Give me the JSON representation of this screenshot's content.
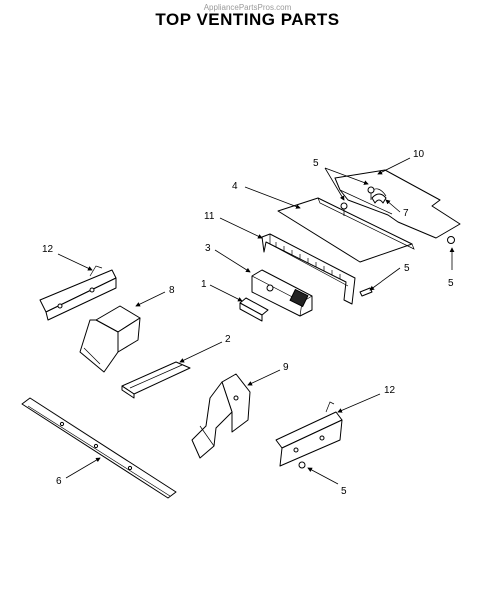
{
  "watermark": "AppliancePartsPros.com",
  "title": "TOP VENTING PARTS",
  "callouts": {
    "c1": "1",
    "c2": "2",
    "c3": "3",
    "c4": "4",
    "c5a": "5",
    "c5b": "5",
    "c5c": "5",
    "c5d": "5",
    "c6": "6",
    "c7": "7",
    "c8": "8",
    "c9": "9",
    "c10": "10",
    "c11": "11",
    "c12a": "12",
    "c12b": "12"
  }
}
